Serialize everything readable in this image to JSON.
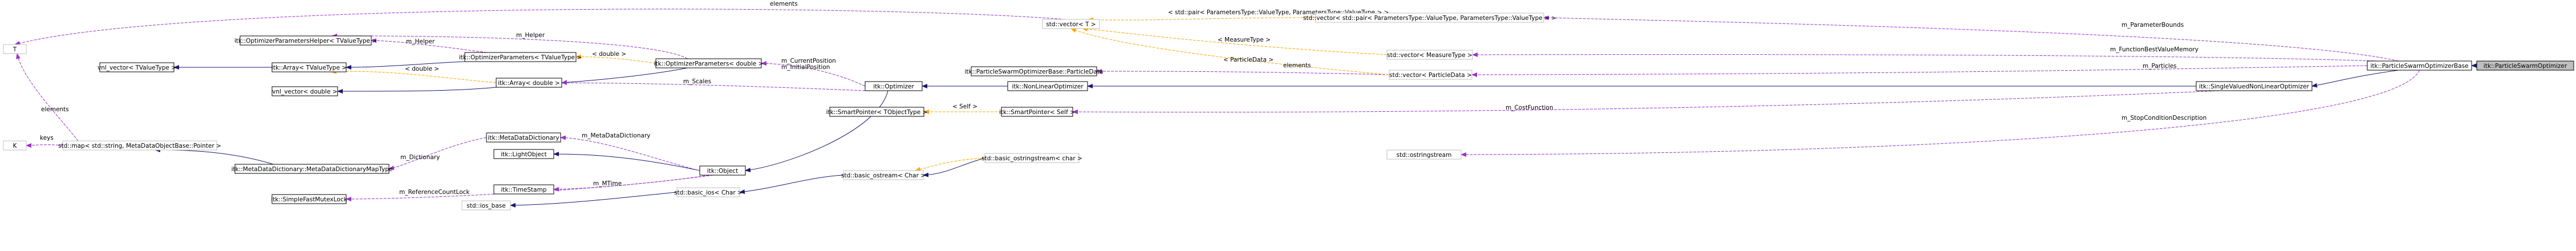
{
  "diagram": {
    "nodes": [
      {
        "id": "ParticleSwarmOptimizer",
        "label": "itk::ParticleSwarmOptimizer",
        "style": "focus"
      },
      {
        "id": "ParticleSwarmOptimizerBase",
        "label": "itk::ParticleSwarmOptimizerBase",
        "style": "solid"
      },
      {
        "id": "SingleValuedNonLinearOptimizer",
        "label": "itk::SingleValuedNonLinearOptimizer",
        "style": "solid"
      },
      {
        "id": "NonLinearOptimizer",
        "label": "itk::NonLinearOptimizer",
        "style": "solid"
      },
      {
        "id": "Optimizer",
        "label": "itk::Optimizer",
        "style": "solid"
      },
      {
        "id": "Object",
        "label": "itk::Object",
        "style": "solid"
      },
      {
        "id": "LightObject",
        "label": "itk::LightObject",
        "style": "solid"
      },
      {
        "id": "TimeStamp",
        "label": "itk::TimeStamp",
        "style": "solid"
      },
      {
        "id": "MetaDataDictionary",
        "label": "itk::MetaDataDictionary",
        "style": "solid"
      },
      {
        "id": "SimpleFastMutexLock",
        "label": "itk::SimpleFastMutexLock",
        "style": "solid"
      },
      {
        "id": "MetaDataDictionaryMapType",
        "label": "itk::MetaDataDictionary::MetaDataDictionaryMapType",
        "style": "solid"
      },
      {
        "id": "MapMetaData",
        "label": "std::map< std::string, MetaDataObjectBase::Pointer >",
        "style": "gray"
      },
      {
        "id": "K",
        "label": "K",
        "style": "gray"
      },
      {
        "id": "T",
        "label": "T",
        "style": "gray"
      },
      {
        "id": "OptParamsDouble",
        "label": "itk::OptimizerParameters< double >",
        "style": "solid"
      },
      {
        "id": "OptParamsT",
        "label": "itk::OptimizerParameters< TValueType >",
        "style": "solid"
      },
      {
        "id": "OptParamsHelperT",
        "label": "itk::OptimizerParametersHelper< TValueType >",
        "style": "solid"
      },
      {
        "id": "ArrayT",
        "label": "itk::Array< TValueType >",
        "style": "solid"
      },
      {
        "id": "VnlVectorT",
        "label": "vnl_vector< TValueType >",
        "style": "solid"
      },
      {
        "id": "ArrayDouble",
        "label": "itk::Array< double >",
        "style": "solid"
      },
      {
        "id": "VnlVectorDouble",
        "label": "vnl_vector< double >",
        "style": "solid"
      },
      {
        "id": "SmartPointerSelf",
        "label": "itk::SmartPointer< Self >",
        "style": "solid"
      },
      {
        "id": "SmartPointerT",
        "label": "itk::SmartPointer< TObjectType >",
        "style": "solid"
      },
      {
        "id": "PSOParticleData",
        "label": "itk::ParticleSwarmOptimizerBase::ParticleData",
        "style": "solid"
      },
      {
        "id": "StdVectorParticleData",
        "label": "std::vector< ParticleData >",
        "style": "gray"
      },
      {
        "id": "StdVectorMeasureType",
        "label": "std::vector< MeasureType >",
        "style": "gray"
      },
      {
        "id": "StdVectorPair",
        "label": "std::vector< std::pair< ParametersType::ValueType, ParametersType::ValueType > >",
        "style": "gray"
      },
      {
        "id": "StdVectorT",
        "label": "std::vector< T >",
        "style": "gray"
      },
      {
        "id": "Ostringstream",
        "label": "std::ostringstream",
        "style": "gray"
      },
      {
        "id": "BasicOstringstream",
        "label": "std::basic_ostringstream< char >",
        "style": "gray"
      },
      {
        "id": "BasicOstream",
        "label": "std::basic_ostream< Char >",
        "style": "gray"
      },
      {
        "id": "BasicIos",
        "label": "std::basic_ios< Char >",
        "style": "gray"
      },
      {
        "id": "IosBase",
        "label": "std::ios_base",
        "style": "gray"
      }
    ],
    "edge_labels": {
      "elements_top": "elements",
      "elements_left": "elements",
      "keys": "keys",
      "m_Helper": "m_Helper",
      "m_Helper2": "m_Helper",
      "double_1": "< double >",
      "double_2": "< double >",
      "m_CurrentPosition": "m_CurrentPosition",
      "m_InitialPosition": "m_InitialPosition",
      "m_Scales": "m_Scales",
      "m_Dictionary": "m_Dictionary",
      "m_MetaDataDictionary": "m_MetaDataDictionary",
      "m_ReferenceCountLock": "m_ReferenceCountLock",
      "m_MTime": "m_MTime",
      "self": "< Self >",
      "m_CostFunction": "m_CostFunction",
      "pair_template": "< std::pair< ParametersType::ValueType, ParametersType::ValueType > >",
      "measure_template": "< MeasureType >",
      "particle_template": "< ParticleData >",
      "elements_mid": "elements",
      "m_ParameterBounds": "m_ParameterBounds",
      "m_FunctionBestValueMemory": "m_FunctionBestValueMemory",
      "m_Particles": "m_Particles",
      "m_StopConditionDescription": "m_StopConditionDescription"
    },
    "colors": {
      "inherit": "#191970",
      "usage": "#9a32cd",
      "template": "#ffa500",
      "solid_border": "#000000",
      "gray_border": "#bfbfbf",
      "focus_fill": "#bfbfbf"
    }
  }
}
